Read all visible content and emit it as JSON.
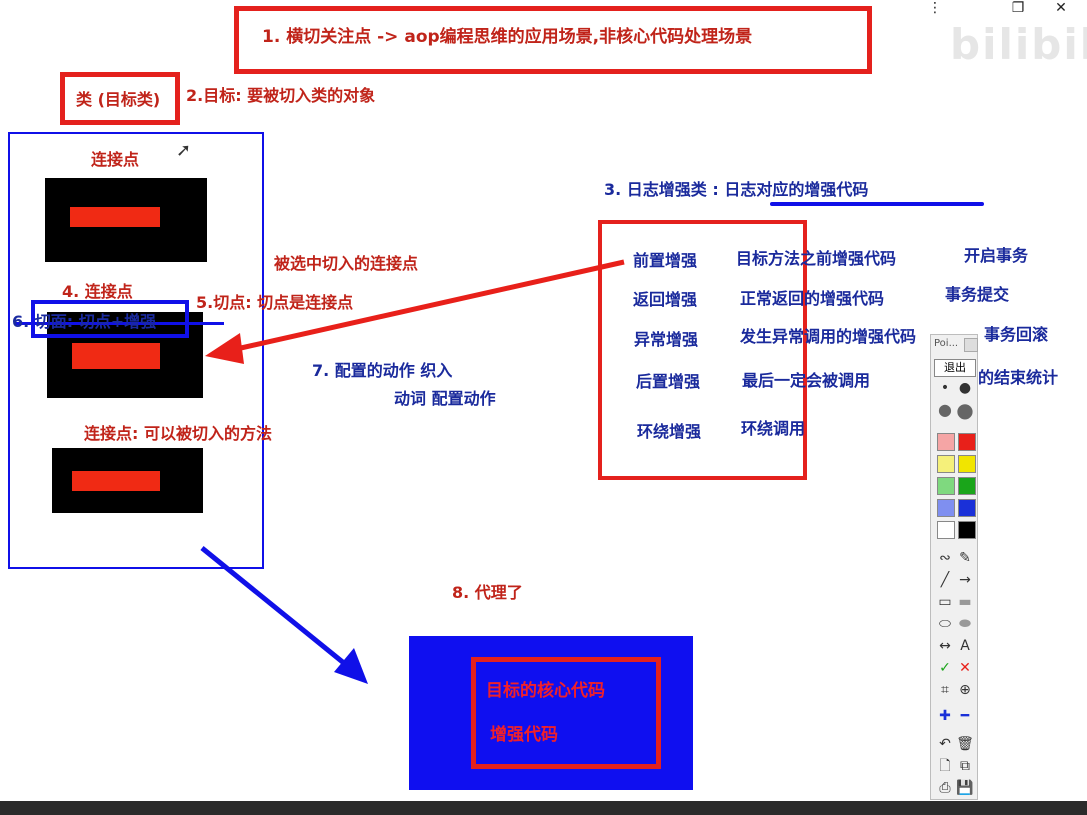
{
  "window": {
    "more_icon": "more-vertical-icon",
    "restore_icon": "restore-icon",
    "close_icon": "close-icon"
  },
  "watermark": "bilibili",
  "title_box": {
    "text": "1. 横切关注点 -> aop编程思维的应用场景,非核心代码处理场景"
  },
  "class_box": {
    "text": "类 (目标类)"
  },
  "target_label": "2.目标: 要被切入类的对象",
  "class_panel": {
    "join_point_1": "连接点",
    "join_point_4": "4.  连接点",
    "aspect_label": "6. 切面: 切点+增强",
    "join_point_def": "连接点: 可以被切入的方法"
  },
  "pointcut_selected": "被选中切入的连接点",
  "pointcut_def": "5.切点: 切点是连接点",
  "weaving": {
    "line1": "7. 配置的动作 织入",
    "line2": "动词 配置动作"
  },
  "advice_title": "3.  日志增强类 : 日志对应的增强代码",
  "advice_rows": [
    {
      "type": "前置增强",
      "desc": "目标方法之前增强代码",
      "example": "开启事务"
    },
    {
      "type": "返回增强",
      "desc": "正常返回的增强代码",
      "example": "事务提交"
    },
    {
      "type": "异常增强",
      "desc": "发生异常调用的增强代码",
      "example": "事务回滚"
    },
    {
      "type": "后置增强",
      "desc": "最后一定会被调用",
      "example": "的结束统计"
    },
    {
      "type": "环绕增强",
      "desc": "环绕调用",
      "example": ""
    }
  ],
  "proxy_label": "8.   代理了",
  "proxy_box": {
    "core": "目标的核心代码",
    "advice": "增强代码"
  },
  "toolbar": {
    "title": "Poi...",
    "exit_label": "退出",
    "colors": [
      "#f5a5a5",
      "#e8201a",
      "#f5f07a",
      "#f1e500",
      "#7fd97f",
      "#1aa51a",
      "#7f8ff0",
      "#1a30d8",
      "#ffffff",
      "#000000"
    ]
  },
  "colors": {
    "red": "#e4211d",
    "blue": "#1010e8",
    "navy": "#1a2a9c",
    "black": "#000000"
  }
}
